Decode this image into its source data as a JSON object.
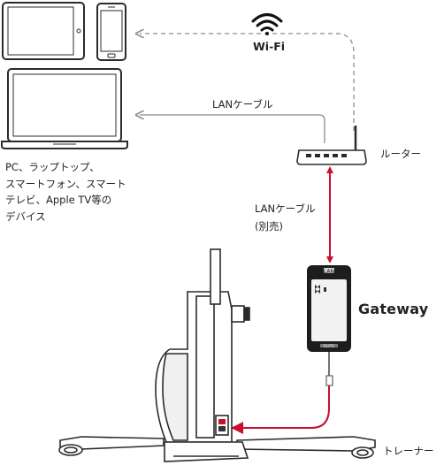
{
  "labels": {
    "wifi": "Wi-Fi",
    "lan_cable_top": "LANケーブル",
    "lan_cable_mid": "LANケーブル",
    "lan_cable_mid_note": "(別売)",
    "router": "ルーター",
    "devices_line1": "PC、ラップトップ、",
    "devices_line2": "スマートフォン、スマート",
    "devices_line3": "テレビ、Apple TV等の",
    "devices_line4": "デバイス",
    "gateway": "Gateway",
    "trainer": "トレーナー",
    "gateway_port": "LAN",
    "gateway_brand": "ELITE"
  },
  "colors": {
    "red_cable": "#c8102e",
    "gray_line": "#8a8a8a",
    "outline": "#2b2b2b",
    "gateway_body": "#1d1d1d"
  }
}
